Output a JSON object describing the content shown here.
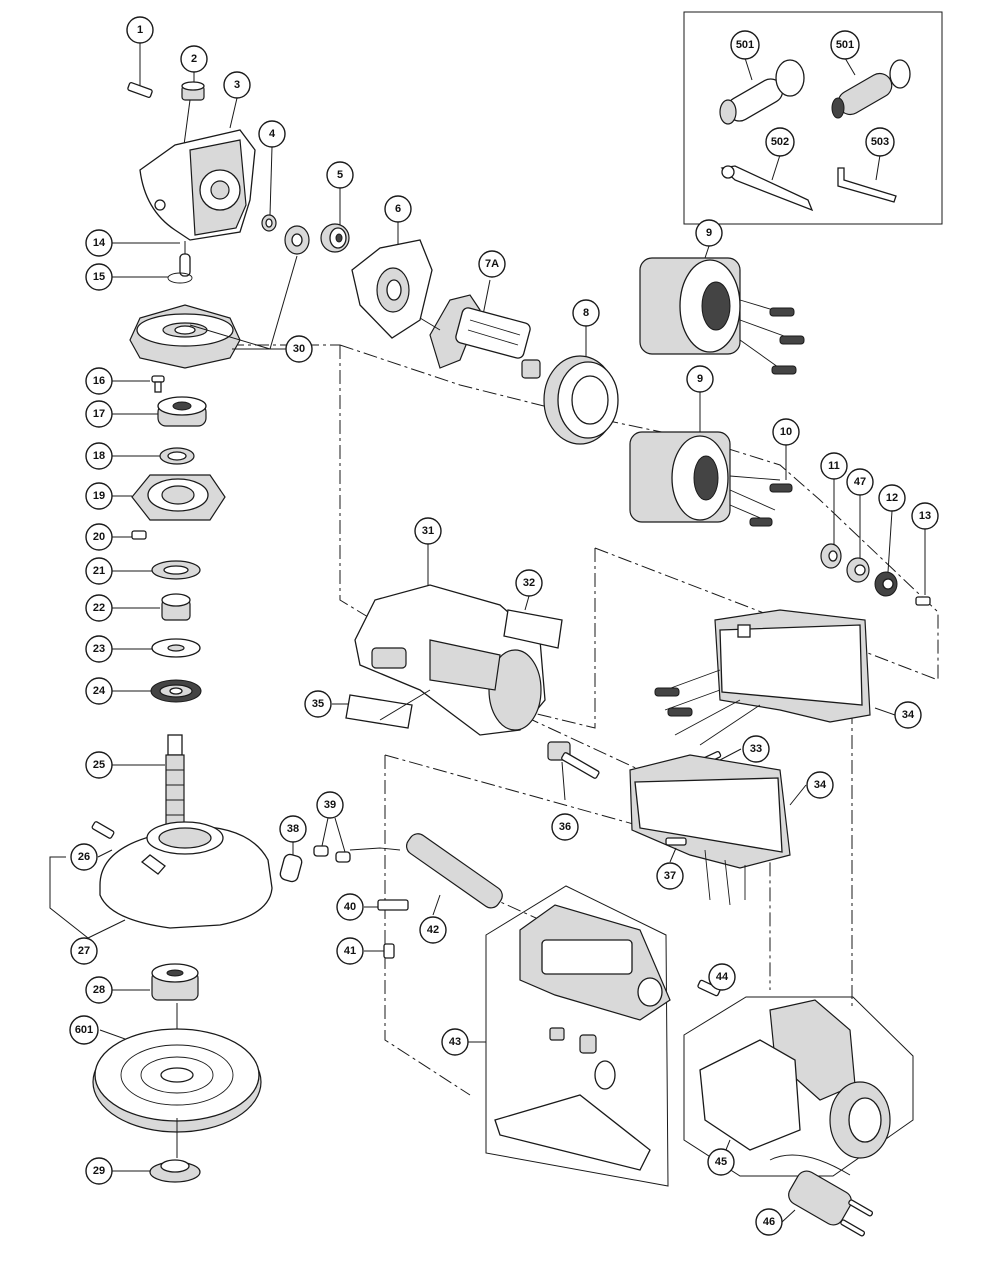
{
  "colors": {
    "ink": "#1a1a1a",
    "paper": "#ffffff",
    "shade": "#d9d9d9"
  },
  "callouts": {
    "c1": "1",
    "c2": "2",
    "c3": "3",
    "c4": "4",
    "c5": "5",
    "c6": "6",
    "c7a": "7A",
    "c8": "8",
    "c9a": "9",
    "c9b": "9",
    "c10": "10",
    "c11": "11",
    "c12": "12",
    "c13": "13",
    "c14": "14",
    "c15": "15",
    "c16": "16",
    "c17": "17",
    "c18": "18",
    "c19": "19",
    "c20": "20",
    "c21": "21",
    "c22": "22",
    "c23": "23",
    "c24": "24",
    "c25": "25",
    "c26": "26",
    "c27": "27",
    "c28": "28",
    "c29": "29",
    "c30": "30",
    "c31": "31",
    "c32": "32",
    "c33": "33",
    "c34a": "34",
    "c34b": "34",
    "c35": "35",
    "c36": "36",
    "c37": "37",
    "c38": "38",
    "c39": "39",
    "c40": "40",
    "c41": "41",
    "c42": "42",
    "c43": "43",
    "c44": "44",
    "c45": "45",
    "c46": "46",
    "c47": "47",
    "c501a": "501",
    "c501b": "501",
    "c502": "502",
    "c503": "503",
    "c601": "601"
  }
}
